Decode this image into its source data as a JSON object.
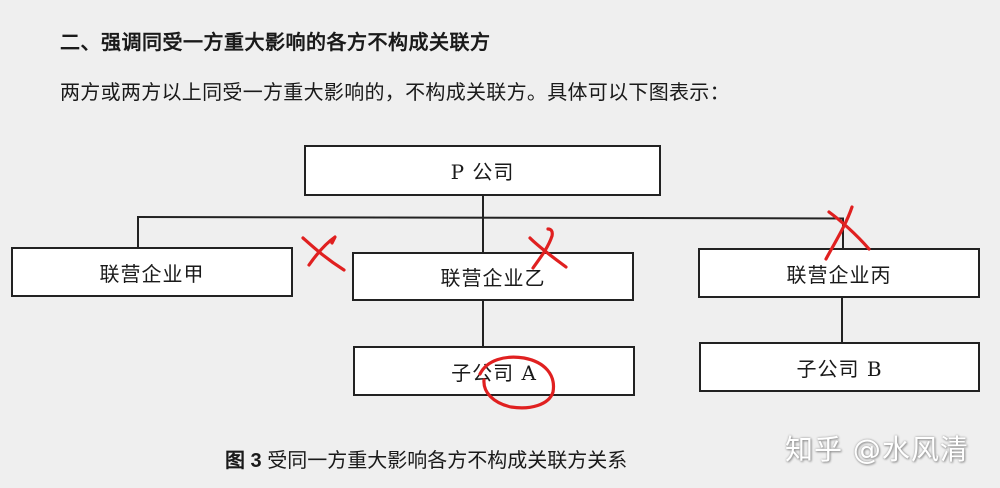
{
  "document": {
    "heading": "二、强调同受一方重大影响的各方不构成关联方",
    "paragraph": "两方或两方以上同受一方重大影响的，不构成关联方。具体可以下图表示："
  },
  "diagram": {
    "parent": {
      "label": "P 公司"
    },
    "associates": [
      {
        "label": "联营企业甲",
        "crossed": true
      },
      {
        "label": "联营企业乙",
        "crossed": true
      },
      {
        "label": "联营企业丙",
        "crossed": true
      }
    ],
    "subsidiaries": [
      {
        "label": "子公司 A",
        "parent": "联营企业乙",
        "circled": true
      },
      {
        "label": "子公司 B",
        "parent": "联营企业丙",
        "circled": false
      }
    ],
    "annotation_color": "#e02020"
  },
  "caption": {
    "figure_no": "图 3",
    "text": "受同一方重大影响各方不构成关联方关系"
  },
  "watermark": {
    "text": "知乎 @水风清"
  }
}
